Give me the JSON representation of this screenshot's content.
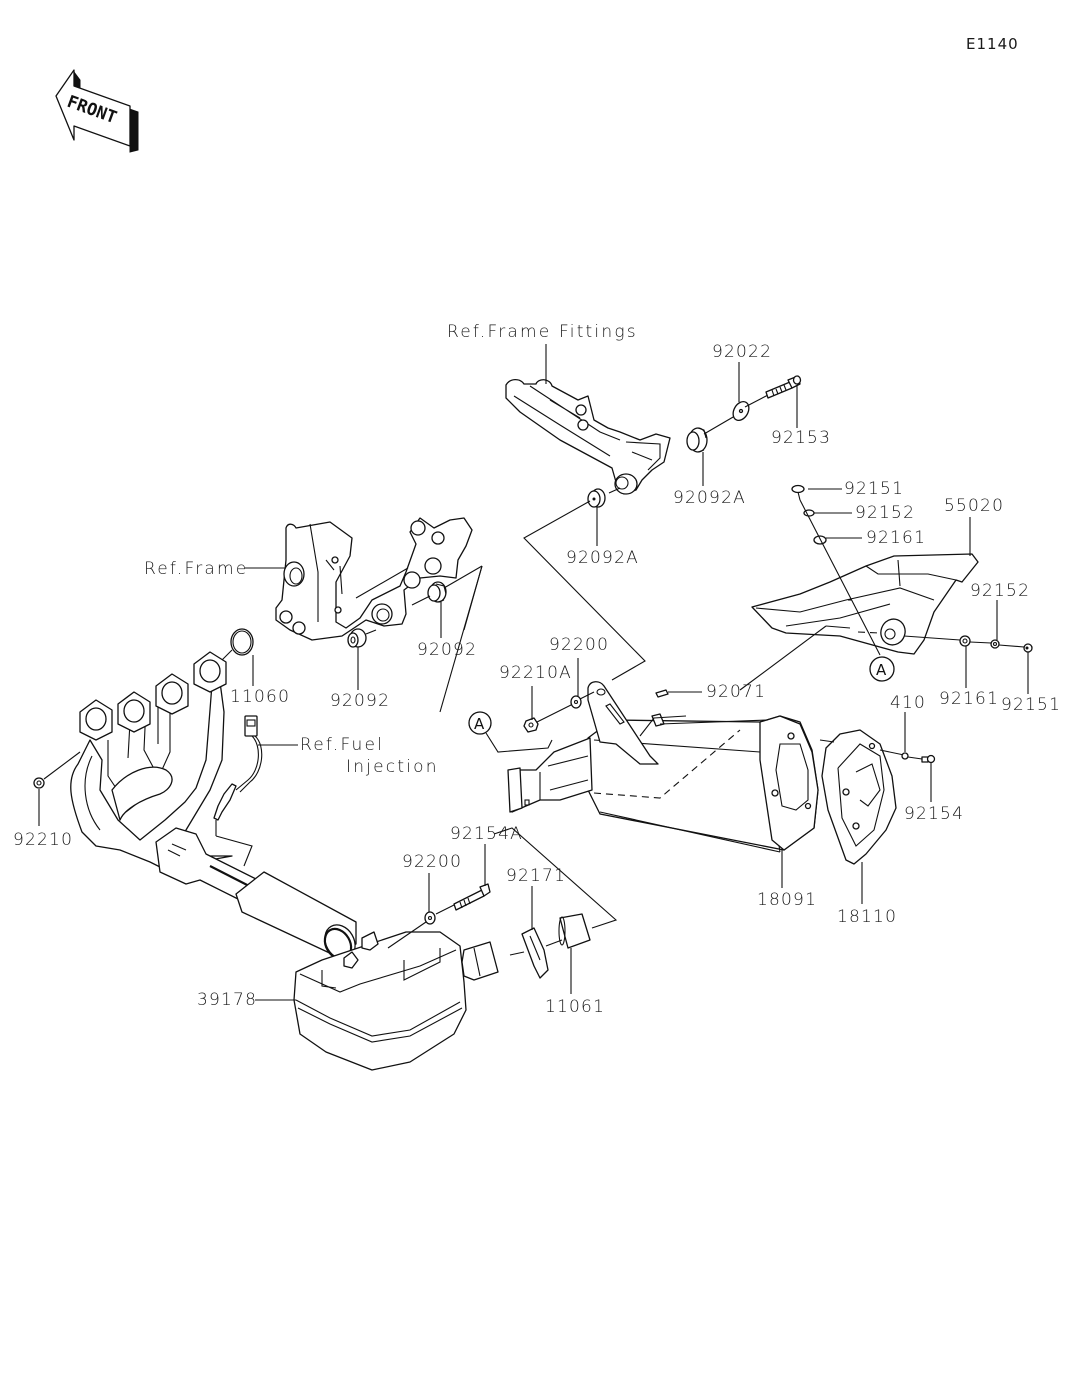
{
  "diagram": {
    "code": "E1140",
    "front_arrow_label": "FRONT",
    "callout_marker": "A"
  },
  "references": {
    "frame_fittings": "Ref.Frame Fittings",
    "frame": "Ref.Frame",
    "fuel_injection_line1": "Ref.Fuel",
    "fuel_injection_line2": "Injection"
  },
  "parts": {
    "p92022": "92022",
    "p92153": "92153",
    "p92092A_upper": "92092A",
    "p92092A_lower": "92092A",
    "p92151_top": "92151",
    "p92152_top": "92152",
    "p92161_top": "92161",
    "p55020": "55020",
    "p92152_right": "92152",
    "p92161_right": "92161",
    "p92151_right": "92151",
    "p92092_right": "92092",
    "p92092_left": "92092",
    "p11060": "11060",
    "p92200_upper": "92200",
    "p92210A": "92210A",
    "p92071": "92071",
    "p410": "410",
    "p92154": "92154",
    "p92210": "92210",
    "p92154A": "92154A",
    "p92200_lower": "92200",
    "p92171": "92171",
    "p18091": "18091",
    "p18110": "18110",
    "p39178": "39178",
    "p11061": "11061"
  }
}
